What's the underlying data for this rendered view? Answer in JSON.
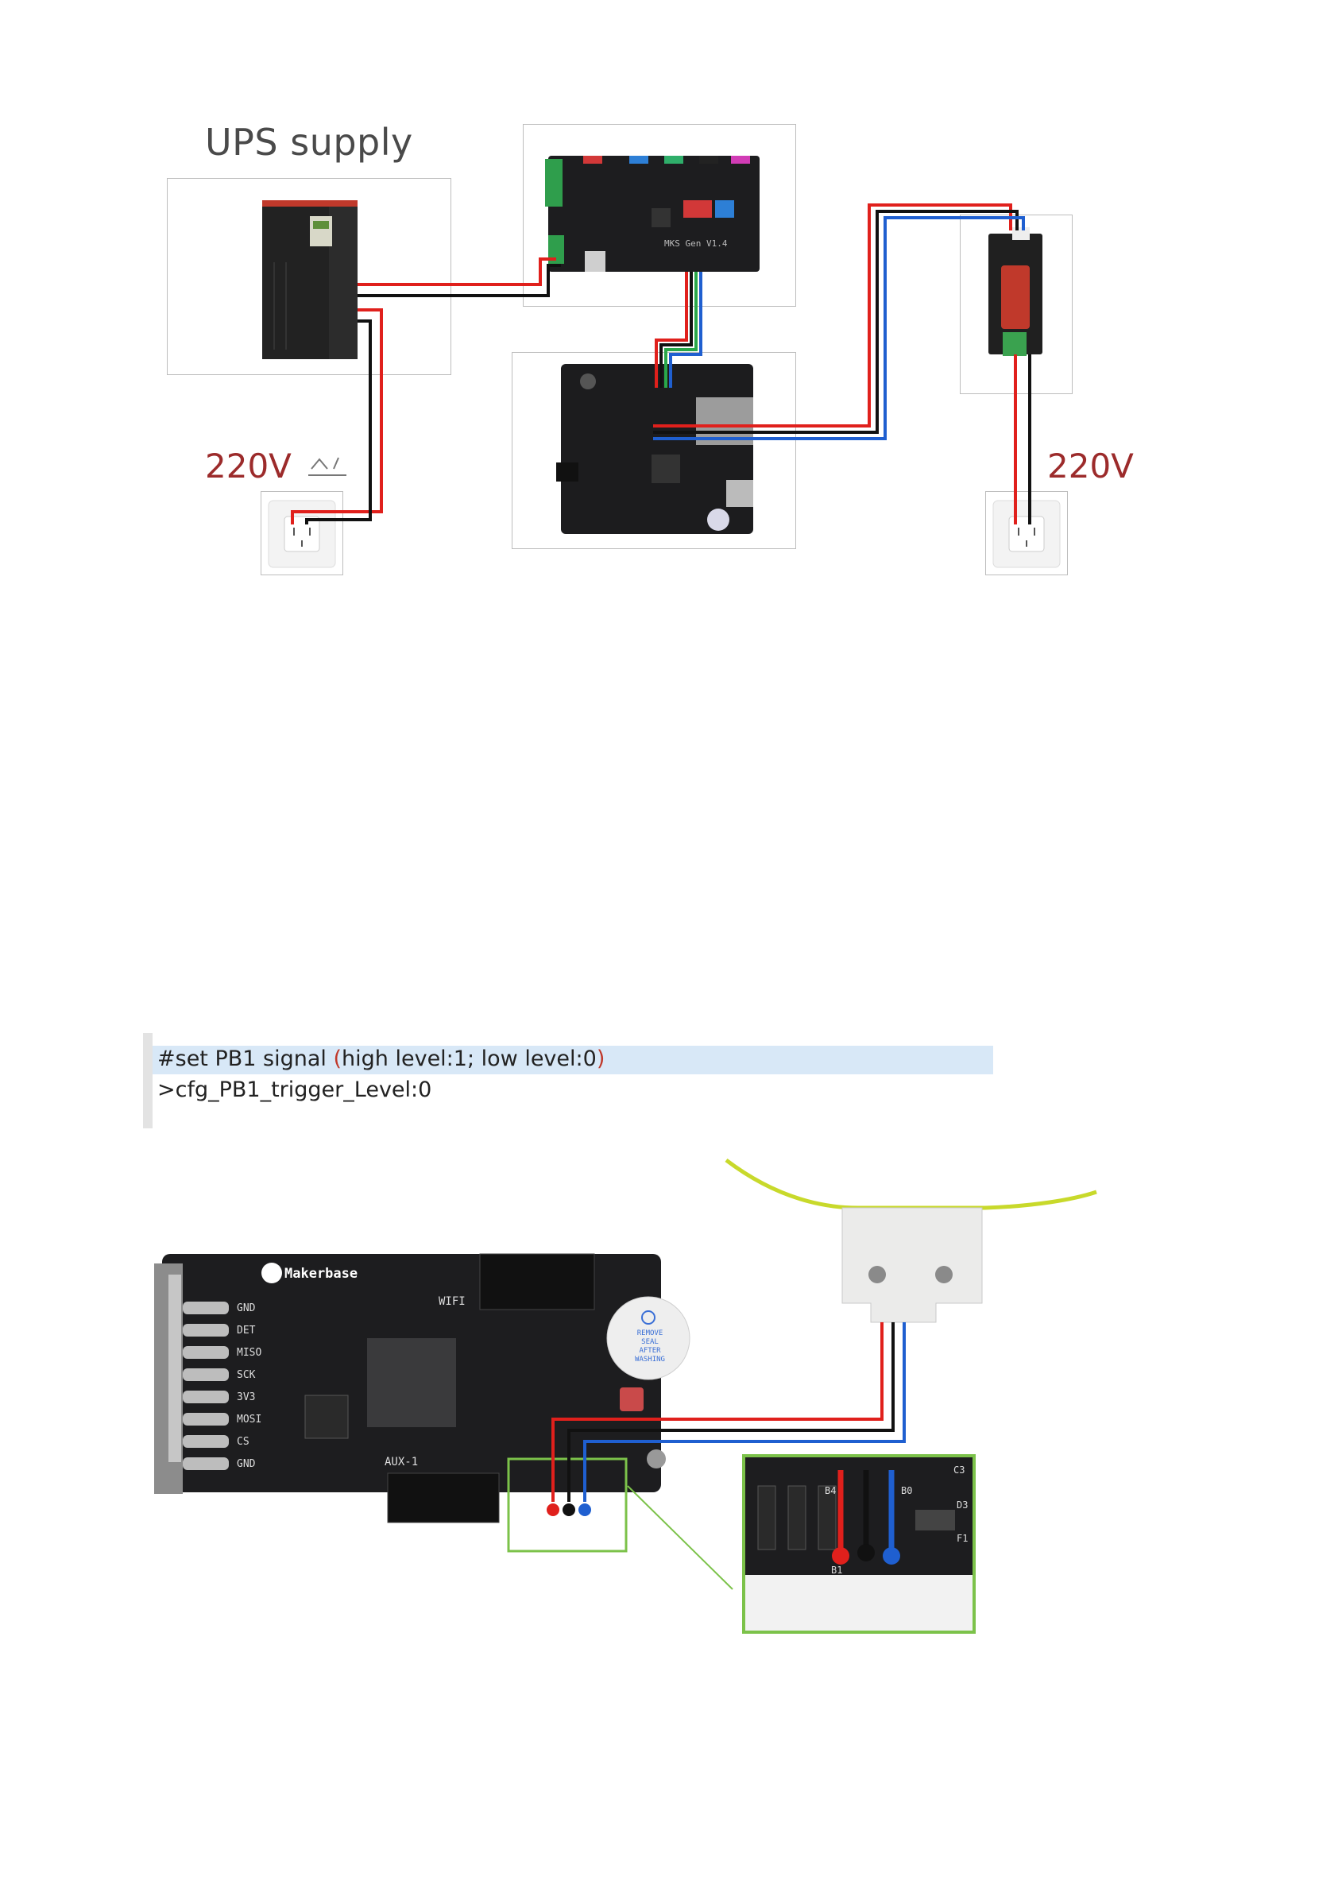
{
  "top_diagram": {
    "ups_label": "UPS supply",
    "voltage_left": "220V",
    "voltage_right": "220V",
    "mainboard_label": "MKS Gen V1.4"
  },
  "code": {
    "line1_prefix": "#set PB1 signal ",
    "line1_open": "(",
    "line1_middle": "high level:1; low level:0",
    "line1_close": ")",
    "line2": ">cfg_PB1_trigger_Level:0"
  },
  "bottom_diagram": {
    "brand": "Makerbase",
    "pins": [
      "GND",
      "DET",
      "MISO",
      "SCK",
      "3V3",
      "MOSI",
      "CS",
      "GND"
    ],
    "wifi_label": "WIFI",
    "aux_label": "AUX-1",
    "buzzer_text": [
      "REMOVE",
      "SEAL",
      "AFTER",
      "WASHING"
    ],
    "zoom_labels": [
      "B4",
      "B1",
      "B0",
      "C3",
      "D3",
      "F1"
    ]
  },
  "colors": {
    "wire_red": "#e0201c",
    "wire_black": "#111111",
    "wire_blue": "#1f5fd0",
    "wire_green": "#2aa84a",
    "zoom_border": "#7cc24a",
    "board": "#1d1d1f"
  }
}
